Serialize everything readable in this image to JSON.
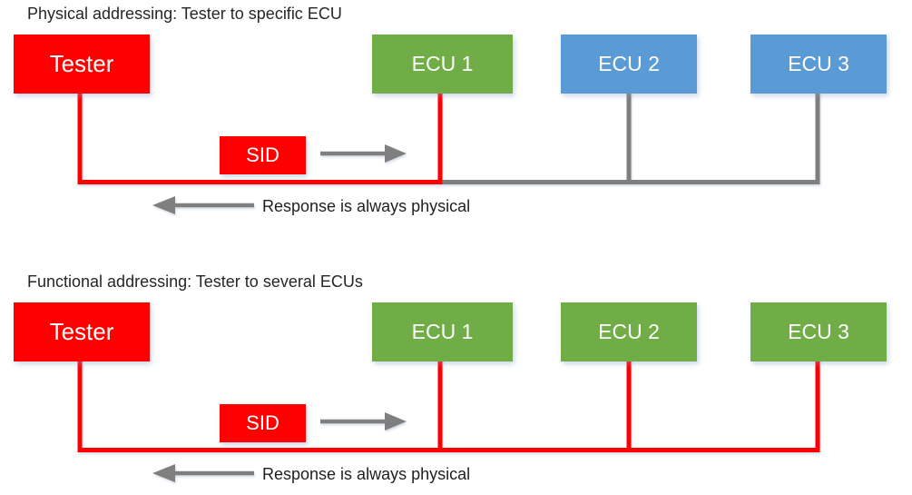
{
  "colors": {
    "tester_red": "#FF0000",
    "ecu_green": "#70AD47",
    "ecu_blue": "#5B9BD5",
    "connector_gray": "#7F7F7F",
    "title_text": "#262626",
    "box_text": "#FFFFFF"
  },
  "diagrams": [
    {
      "title": "Physical addressing: Tester to specific ECU",
      "tester": {
        "label": "Tester"
      },
      "sid": {
        "label": "SID"
      },
      "response": {
        "label": "Response is always physical"
      },
      "ecus": [
        {
          "label": "ECU 1"
        },
        {
          "label": "ECU 2"
        },
        {
          "label": "ECU 3"
        }
      ]
    },
    {
      "title": "Functional addressing: Tester to several ECUs",
      "tester": {
        "label": "Tester"
      },
      "sid": {
        "label": "SID"
      },
      "response": {
        "label": "Response is always physical"
      },
      "ecus": [
        {
          "label": "ECU 1"
        },
        {
          "label": "ECU 2"
        },
        {
          "label": "ECU 3"
        }
      ]
    }
  ]
}
